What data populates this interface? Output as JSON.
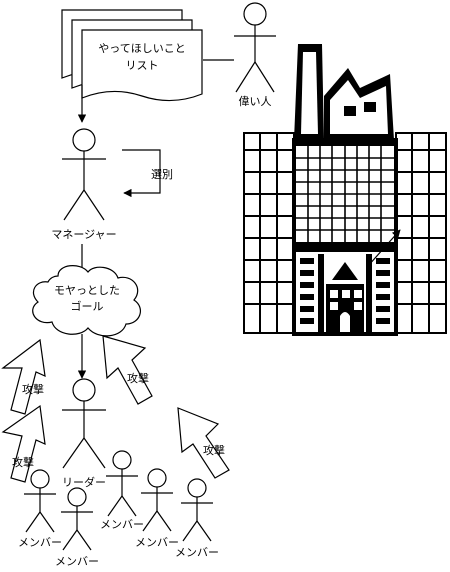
{
  "document": {
    "list_line1": "やってほしいこと",
    "list_line2": "リスト"
  },
  "actors": {
    "boss": "偉い人",
    "manager": "マネージャー",
    "leader": "リーダー",
    "member": "メンバー"
  },
  "labels": {
    "select": "選別",
    "attack": "攻撃"
  },
  "cloud": {
    "line1": "モヤっとした",
    "line2": "ゴール"
  },
  "icons": {
    "building": "factory-building-icon"
  }
}
